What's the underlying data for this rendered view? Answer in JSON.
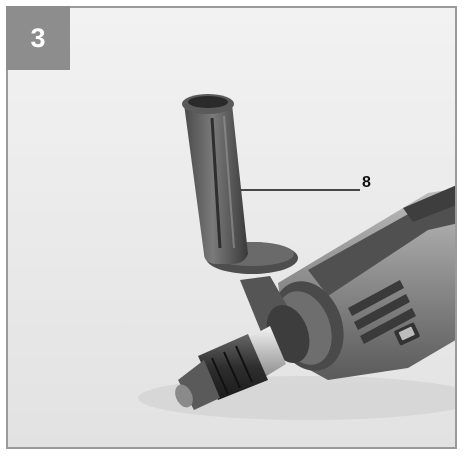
{
  "figure": {
    "step_number": "3",
    "callout_label": "8"
  },
  "icons": {
    "photo": "drill-with-auxiliary-handle-photo"
  },
  "colors": {
    "frame_border": "#9a9a9a",
    "badge_background": "#8d8d8d",
    "badge_text": "#ffffff",
    "callout_text": "#111111"
  }
}
